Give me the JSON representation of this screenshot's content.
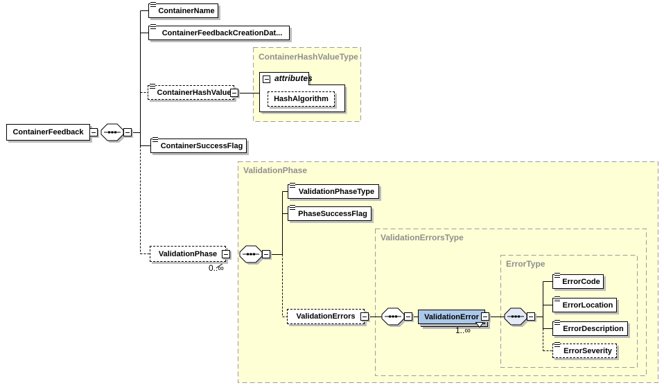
{
  "nodes": {
    "root": "ContainerFeedback",
    "containerName": "ContainerName",
    "creationDate": "ContainerFeedbackCreationDat...",
    "hashValue": "ContainerHashValue",
    "successFlag": "ContainerSuccessFlag",
    "validationPhase": "ValidationPhase",
    "phaseType": "ValidationPhaseType",
    "phaseSuccessFlag": "PhaseSuccessFlag",
    "validationErrors": "ValidationErrors",
    "validationError": "ValidationError",
    "errorCode": "ErrorCode",
    "errorLocation": "ErrorLocation",
    "errorDescription": "ErrorDescription",
    "errorSeverity": "ErrorSeverity",
    "hashAlgorithm": "HashAlgorithm"
  },
  "types": {
    "containerHashValueType": "ContainerHashValueType",
    "validationPhase": "ValidationPhase",
    "validationErrorsType": "ValidationErrorsType",
    "errorType": "ErrorType"
  },
  "labels": {
    "attributes": "attributes",
    "occursValidationPhase": "0..∞",
    "occursValidationError": "1..∞"
  },
  "colors": {
    "type_area_fill": "#ffffd6",
    "type_area_border": "#9b9b9b",
    "type_title_text": "#8f8f8f",
    "element_fill": "#ffffff",
    "element_border": "#000000",
    "selected_element_fill": "#abc8e9",
    "shadow": "#bdbdbd",
    "connector": "#000000"
  }
}
